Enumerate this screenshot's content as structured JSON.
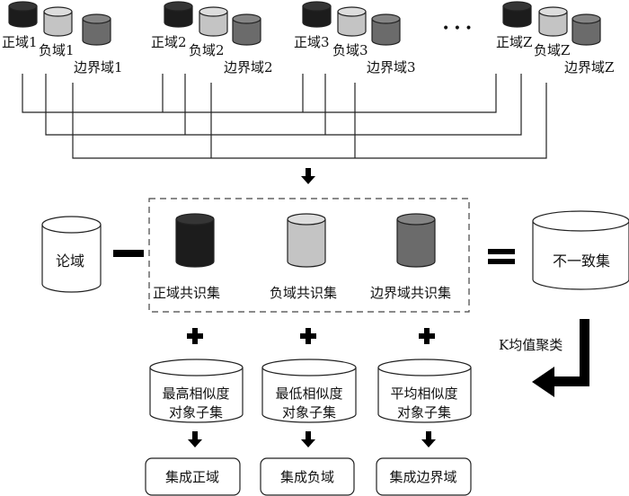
{
  "colors": {
    "positive": "#1c1c1c",
    "negative": "#c4c4c4",
    "boundary": "#6b6b6b",
    "line": "#222222"
  },
  "top_groups": [
    {
      "positive": "正域1",
      "negative": "负域1",
      "boundary": "边界域1"
    },
    {
      "positive": "正域2",
      "negative": "负域2",
      "boundary": "边界域2"
    },
    {
      "positive": "正域3",
      "negative": "负域3",
      "boundary": "边界域3"
    },
    {
      "positive": "正域Z",
      "negative": "负域Z",
      "boundary": "边界域Z"
    }
  ],
  "ellipsis": "• • •",
  "universe": "论域",
  "consensus": {
    "positive": "正域共识集",
    "negative": "负域共识集",
    "boundary": "边界域共识集"
  },
  "inconsistent": "不一致集",
  "clustering": "K均值聚类",
  "subsets": [
    {
      "line1": "最高相似度",
      "line2": "对象子集",
      "result": "集成正域"
    },
    {
      "line1": "最低相似度",
      "line2": "对象子集",
      "result": "集成负域"
    },
    {
      "line1": "平均相似度",
      "line2": "对象子集",
      "result": "集成边界域"
    }
  ]
}
